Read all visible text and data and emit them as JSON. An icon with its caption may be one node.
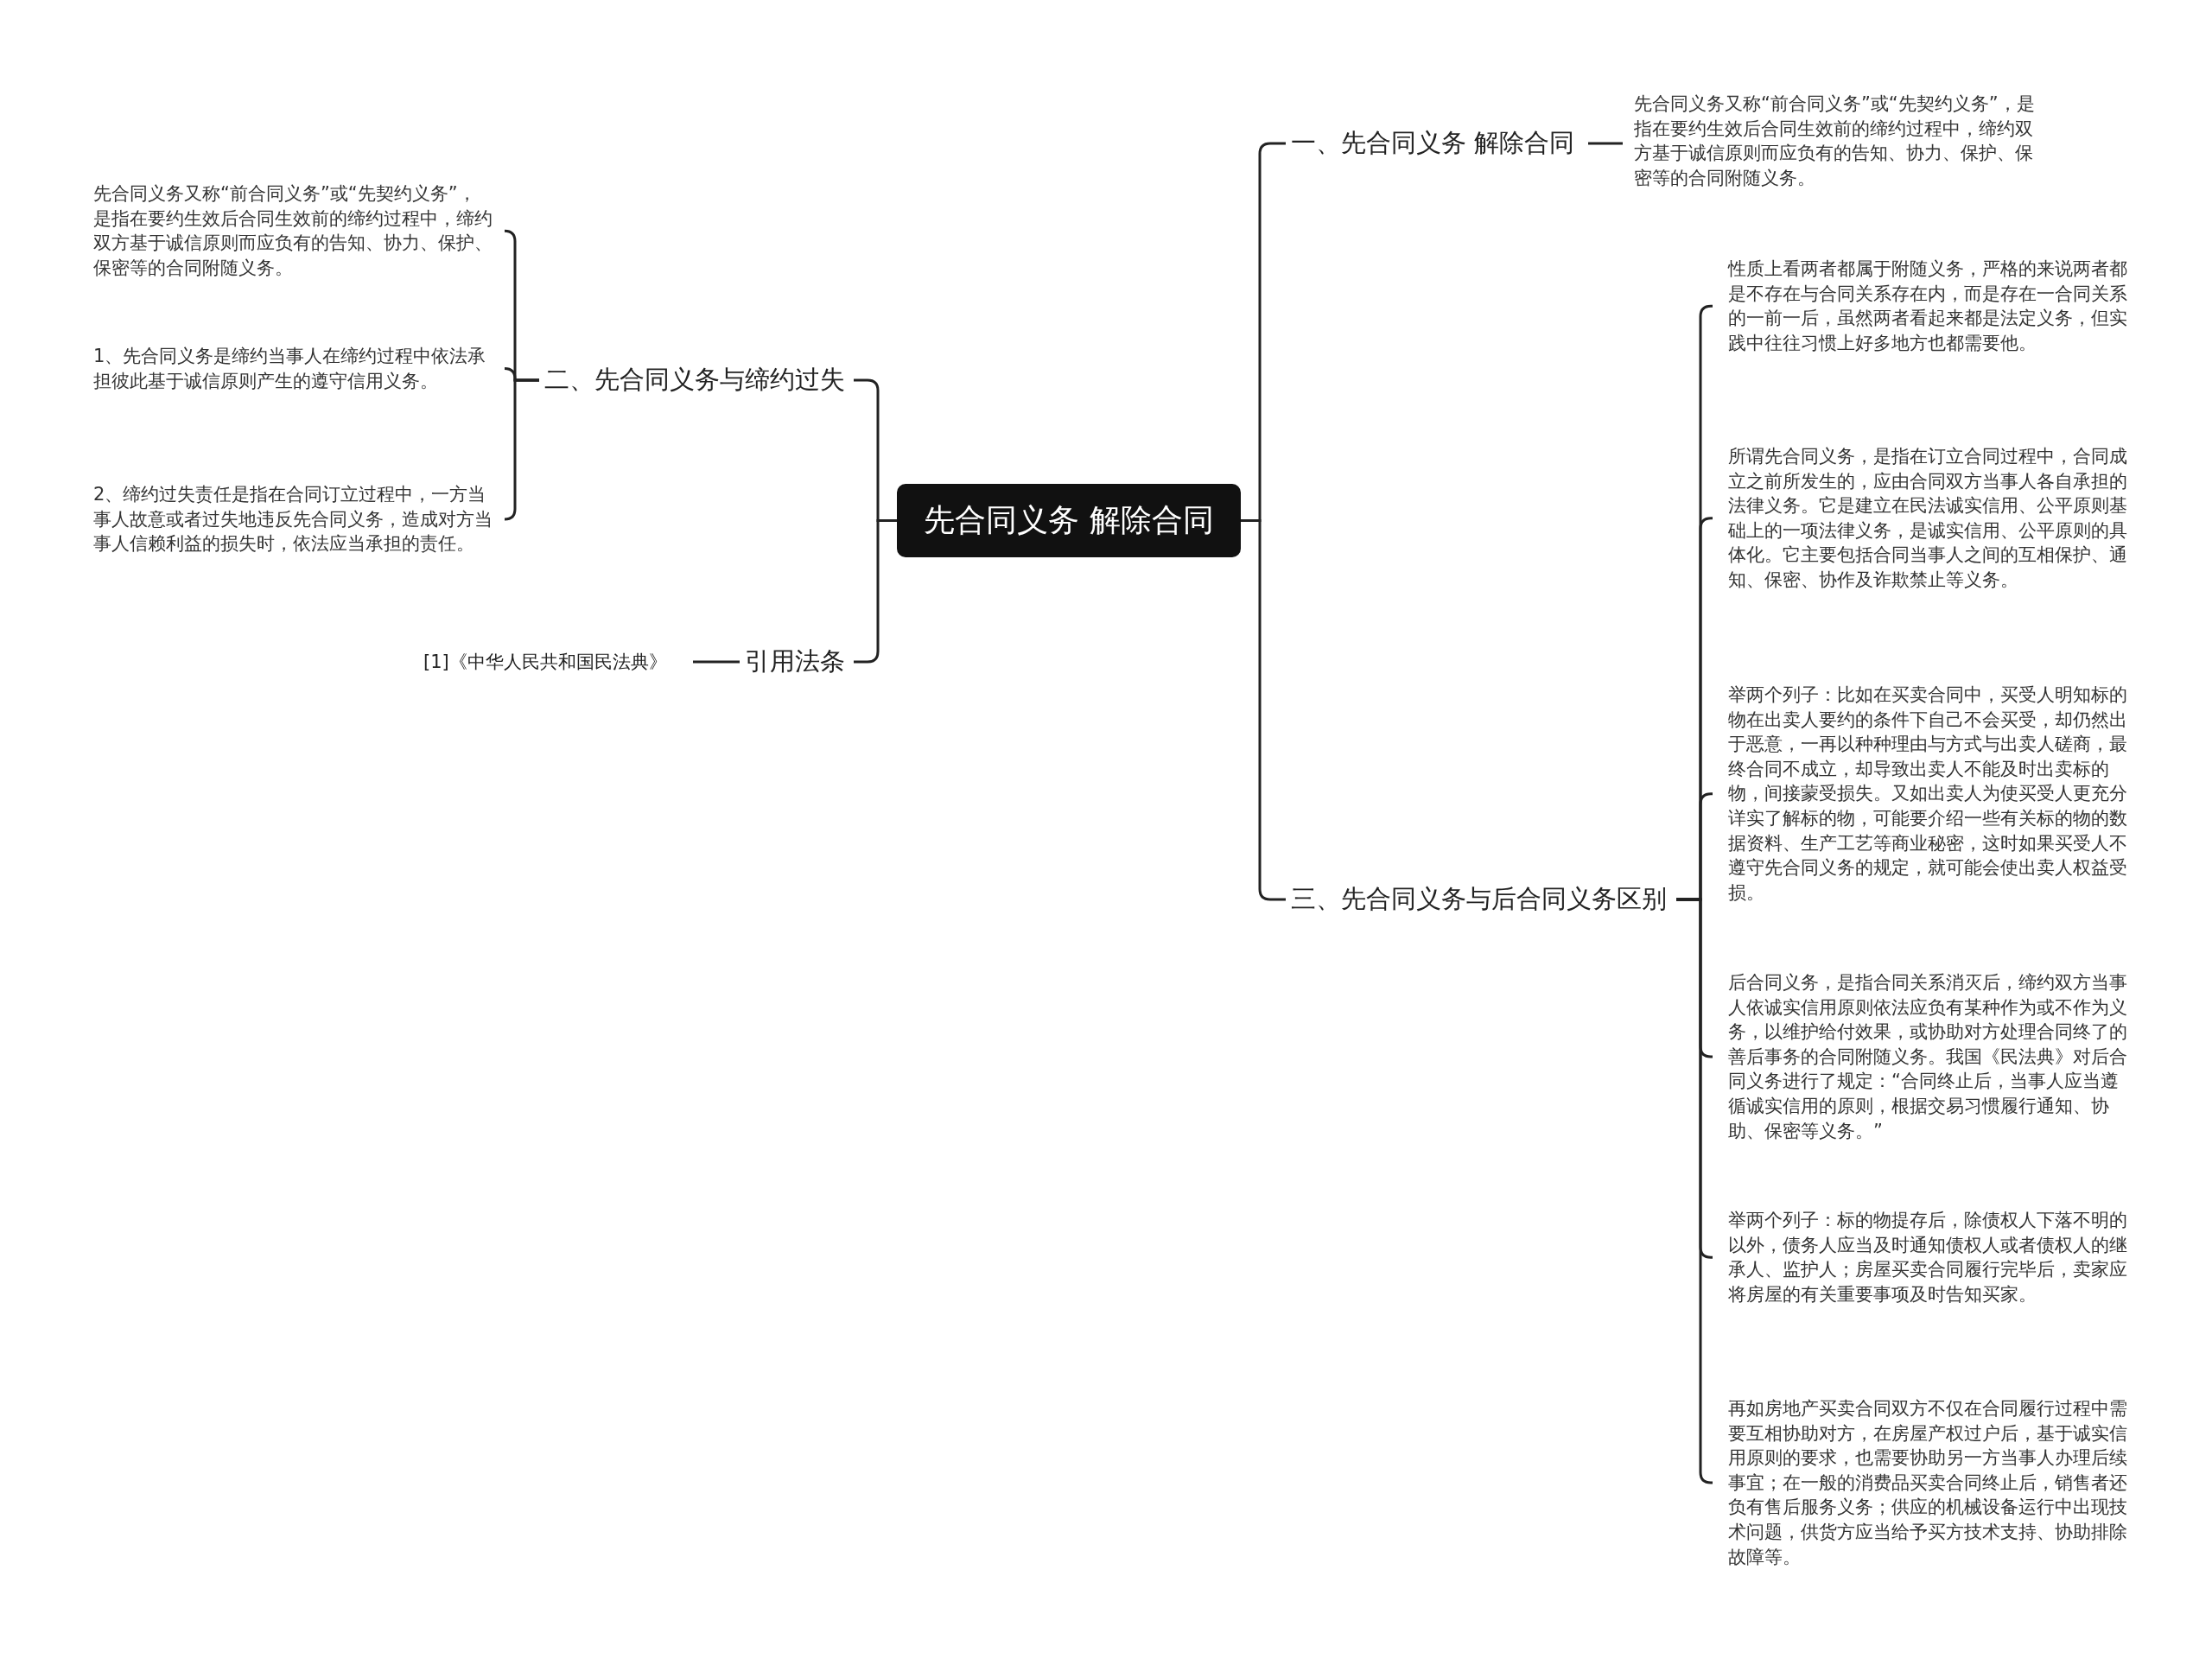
{
  "diagram": {
    "nodes": [
      {
        "text": [
          "先合同义务 解除合同"
        ]
      },
      {
        "text": [
          "一、先合同义务 解除合同"
        ]
      },
      {
        "text": [
          "先合同义务又称“前合同义务”或“先契约义务”，是指在要约生效后合同生效前的缔约过程中，缔约双方基于诚信原则而应负有的告知、协力、保护、保密等的合同附随义务。"
        ]
      },
      {
        "text": [
          "三、先合同义务与后合同义务区别"
        ]
      },
      {
        "text": [
          "性质上看两者都属于附随义务，严格的来说两者都是不存在与合同关系存在内，而是存在一合同关系的一前一后，虽然两者看起来都是法定义务，但实践中往往习惯上好多地方也都需要他。"
        ]
      },
      {
        "text": [
          "所谓先合同义务，是指在订立合同过程中，合同成立之前所发生的，应由合同双方当事人各自承担的法律义务。它是建立在民法诚实信用、公平原则基础上的一项法律义务，是诚实信用、公平原则的具体化。它主要包括合同当事人之间的互相保护、通知、保密、协作及诈欺禁止等义务。"
        ]
      },
      {
        "text": [
          "举两个列子：比如在买卖合同中，买受人明知标的物在出卖人要约的条件下自己不会买受，却仍然出于恶意，一再以种种理由与方式与出卖人磋商，最终合同不成立，却导致出卖人不能及时出卖标的物，间接蒙受损失。又如出卖人为使买受人更充分详实了解标的物，可能要介绍一些有关标的物的数据资料、生产工艺等商业秘密，这时如果买受人不遵守先合同义务的规定，就可能会使出卖人权益受损。"
        ]
      },
      {
        "text": [
          "后合同义务，是指合同关系消灭后，缔约双方当事人依诚实信用原则依法应负有某种作为或不作为义务，以维护给付效果，或协助对方处理合同终了的善后事务的合同附随义务。我国《民法典》对后合同义务进行了规定：“合同终止后，当事人应当遵循诚实信用的原则，根据交易习惯履行通知、协助、保密等义务。”"
        ]
      },
      {
        "text": [
          "举两个列子：标的物提存后，除债权人下落不明的以外，债务人应当及时通知债权人或者债权人的继承人、监护人；房屋买卖合同履行完毕后，卖家应将房屋的有关重要事项及时告知买家。"
        ]
      },
      {
        "text": [
          "再如房地产买卖合同双方不仅在合同履行过程中需要互相协助对方，在房屋产权过户后，基于诚实信用原则的要求，也需要协助另一方当事人办理后续事宜；在一般的消费品买卖合同终止后，销售者还负有售后服务义务；供应的机械设备运行中出现技术问题，供货方应当给予买方技术支持、协助排除故障等。"
        ]
      },
      {
        "text": [
          "二、先合同义务与缔约过失"
        ]
      },
      {
        "text": [
          "先合同义务又称“前合同义务”或“先契约义务”，是指在要约生效后合同生效前的缔约过程中，缔约双方基于诚信原则而应负有的告知、协力、保护、保密等的合同附随义务。"
        ]
      },
      {
        "text": [
          "1、先合同义务是缔约当事人在缔约过程中依法承担彼此基于诚信原则产生的遵守信用义务。"
        ]
      },
      {
        "text": [
          "2、缔约过失责任是指在合同订立过程中，一方当事人故意或者过失地违反先合同义务，造成对方当事人信赖利益的损失时，依法应当承担的责任。"
        ]
      },
      {
        "text": [
          "引用法条"
        ]
      },
      {
        "text": [
          "[1]《中华人民共和国民法典》"
        ]
      }
    ],
    "edges": [
      {
        "from": 0,
        "to": 1,
        "arrow": "none"
      },
      {
        "from": 1,
        "to": 2,
        "arrow": "none"
      },
      {
        "from": 0,
        "to": 3,
        "arrow": "none"
      },
      {
        "from": 3,
        "to": 4,
        "arrow": "none"
      },
      {
        "from": 3,
        "to": 5,
        "arrow": "none"
      },
      {
        "from": 3,
        "to": 6,
        "arrow": "none"
      },
      {
        "from": 3,
        "to": 7,
        "arrow": "none"
      },
      {
        "from": 3,
        "to": 8,
        "arrow": "none"
      },
      {
        "from": 3,
        "to": 9,
        "arrow": "none"
      },
      {
        "from": 0,
        "to": 10,
        "arrow": "none"
      },
      {
        "from": 10,
        "to": 11,
        "arrow": "none"
      },
      {
        "from": 10,
        "to": 12,
        "arrow": "none"
      },
      {
        "from": 10,
        "to": 13,
        "arrow": "none"
      },
      {
        "from": 0,
        "to": 14,
        "arrow": "none"
      },
      {
        "from": 14,
        "to": 15,
        "arrow": "none"
      }
    ]
  }
}
